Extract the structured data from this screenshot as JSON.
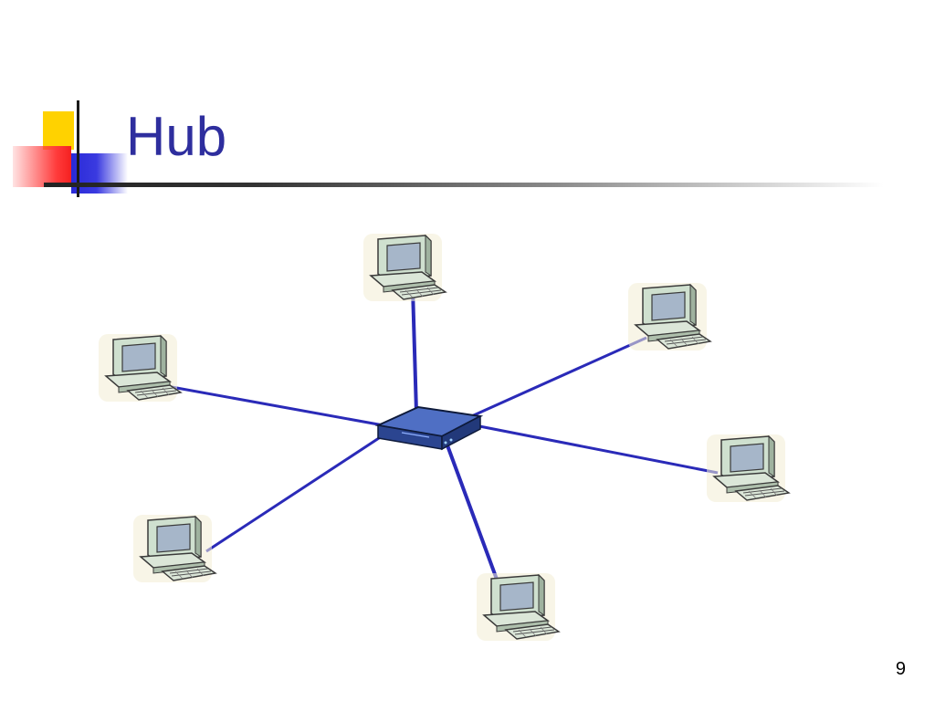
{
  "slide": {
    "title": "Hub",
    "page_number": "9"
  },
  "diagram": {
    "hub_icon": "network-hub-icon",
    "computer_icon": "desktop-computer-icon",
    "cable_color": "#2a2ab8",
    "computers": [
      {
        "id": "pc-top"
      },
      {
        "id": "pc-upper-right"
      },
      {
        "id": "pc-right"
      },
      {
        "id": "pc-bottom"
      },
      {
        "id": "pc-lower-left"
      },
      {
        "id": "pc-left"
      }
    ]
  },
  "colors": {
    "title": "#2e2e9e",
    "accent_yellow": "#FFD200",
    "accent_red": "#ff3b3b",
    "accent_blue": "#2a2ad8"
  }
}
